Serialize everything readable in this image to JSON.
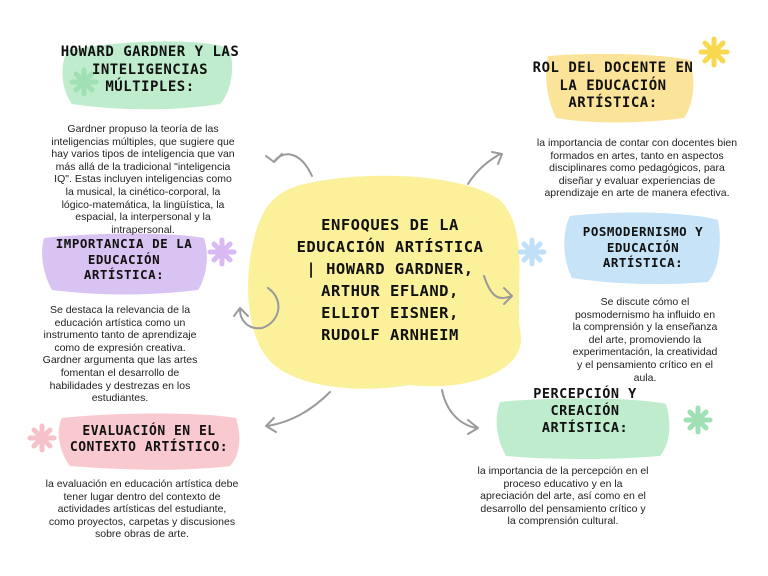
{
  "center": {
    "title": "ENFOQUES DE LA EDUCACIÓN ARTÍSTICA | HOWARD GARDNER, ARTHUR EFLAND, ELLIOT EISNER, RUDOLF ARNHEIM"
  },
  "nodes": {
    "gardner": {
      "title": "HOWARD GARDNER Y LAS INTELIGENCIAS MÚLTIPLES:",
      "text": "Gardner propuso la teoría de las inteligencias múltiples, que sugiere que hay varios tipos de inteligencia que van más allá de la tradicional \"inteligencia IQ\". Estas incluyen inteligencias como la musical, la cinético-corporal, la lógico-matemática, la lingüística, la espacial, la interpersonal y la intrapersonal."
    },
    "importancia": {
      "title": "IMPORTANCIA DE LA EDUCACIÓN ARTÍSTICA:",
      "text": "Se destaca la relevancia de la educación artística como un instrumento tanto de aprendizaje como de expresión creativa. Gardner argumenta que las artes fomentan el desarrollo de habilidades y destrezas en los estudiantes."
    },
    "evaluacion": {
      "title": "EVALUACIÓN EN EL CONTEXTO ARTÍSTICO:",
      "text": "la evaluación en educación artística debe tener lugar dentro del contexto de actividades artísticas del estudiante, como proyectos, carpetas y discusiones sobre obras de arte."
    },
    "docente": {
      "title": "ROL DEL DOCENTE EN LA EDUCACIÓN ARTÍSTICA:",
      "text": "la importancia de contar con docentes bien formados en artes, tanto en aspectos disciplinares como pedagógicos, para diseñar y evaluar experiencias de aprendizaje en arte de manera efectiva."
    },
    "posmodernismo": {
      "title": "POSMODERNISMO Y EDUCACIÓN ARTÍSTICA:",
      "text": "Se discute cómo el posmodernismo ha influido en la comprensión y la enseñanza del arte, promoviendo la experimentación, la creatividad y el pensamiento crítico en el aula."
    },
    "percepcion": {
      "title": "PERCEPCIÓN Y CREACIÓN ARTÍSTICA:",
      "text": "la importancia de la percepción en el proceso educativo y en la apreciación del arte, así como en el desarrollo del pensamiento crítico y la comprensión cultural."
    }
  },
  "colors": {
    "center_blob": "#fbf19a",
    "green": "#bfeccd",
    "yellow": "#fbe49a",
    "purple": "#d9c3f2",
    "blue": "#c6e3f8",
    "pink": "#f8c9cf",
    "arrow": "#9a9a9a",
    "star_yellow": "#f7d84f",
    "star_green": "#9fe0b4",
    "star_blue": "#bfe0f7",
    "star_purple": "#d9b9f2",
    "star_pink": "#f5c2c9"
  }
}
